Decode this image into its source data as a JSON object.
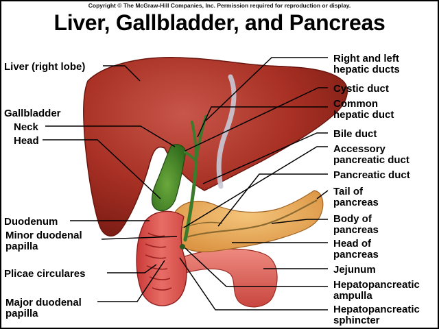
{
  "copyright": "Copyright © The McGraw-Hill Companies, Inc. Permission required for reproduction or display.",
  "title": "Liver, Gallbladder, and Pancreas",
  "labels": {
    "liver_right_lobe": "Liver (right lobe)",
    "gallbladder": "Gallbladder",
    "neck": "Neck",
    "head": "Head",
    "duodenum": "Duodenum",
    "minor_duodenal_papilla": [
      "Minor duodenal",
      "papilla"
    ],
    "plicae_circulares": "Plicae circulares",
    "major_duodenal_papilla": [
      "Major duodenal",
      "papilla"
    ],
    "right_left_hepatic_ducts": [
      "Right and left",
      "hepatic ducts"
    ],
    "cystic_duct": "Cystic duct",
    "common_hepatic_duct": [
      "Common",
      "hepatic duct"
    ],
    "bile_duct": "Bile duct",
    "accessory_pancreatic_duct": [
      "Accessory",
      "pancreatic duct"
    ],
    "pancreatic_duct": "Pancreatic duct",
    "tail_of_pancreas": [
      "Tail of",
      "pancreas"
    ],
    "body_of_pancreas": [
      "Body of",
      "pancreas"
    ],
    "head_of_pancreas": [
      "Head of",
      "pancreas"
    ],
    "jejunum": "Jejunum",
    "hepatopancreatic_ampulla": [
      "Hepatopancreatic",
      "ampulla"
    ],
    "hepatopancreatic_sphincter": [
      "Hepatopancreatic",
      "sphincter"
    ]
  }
}
